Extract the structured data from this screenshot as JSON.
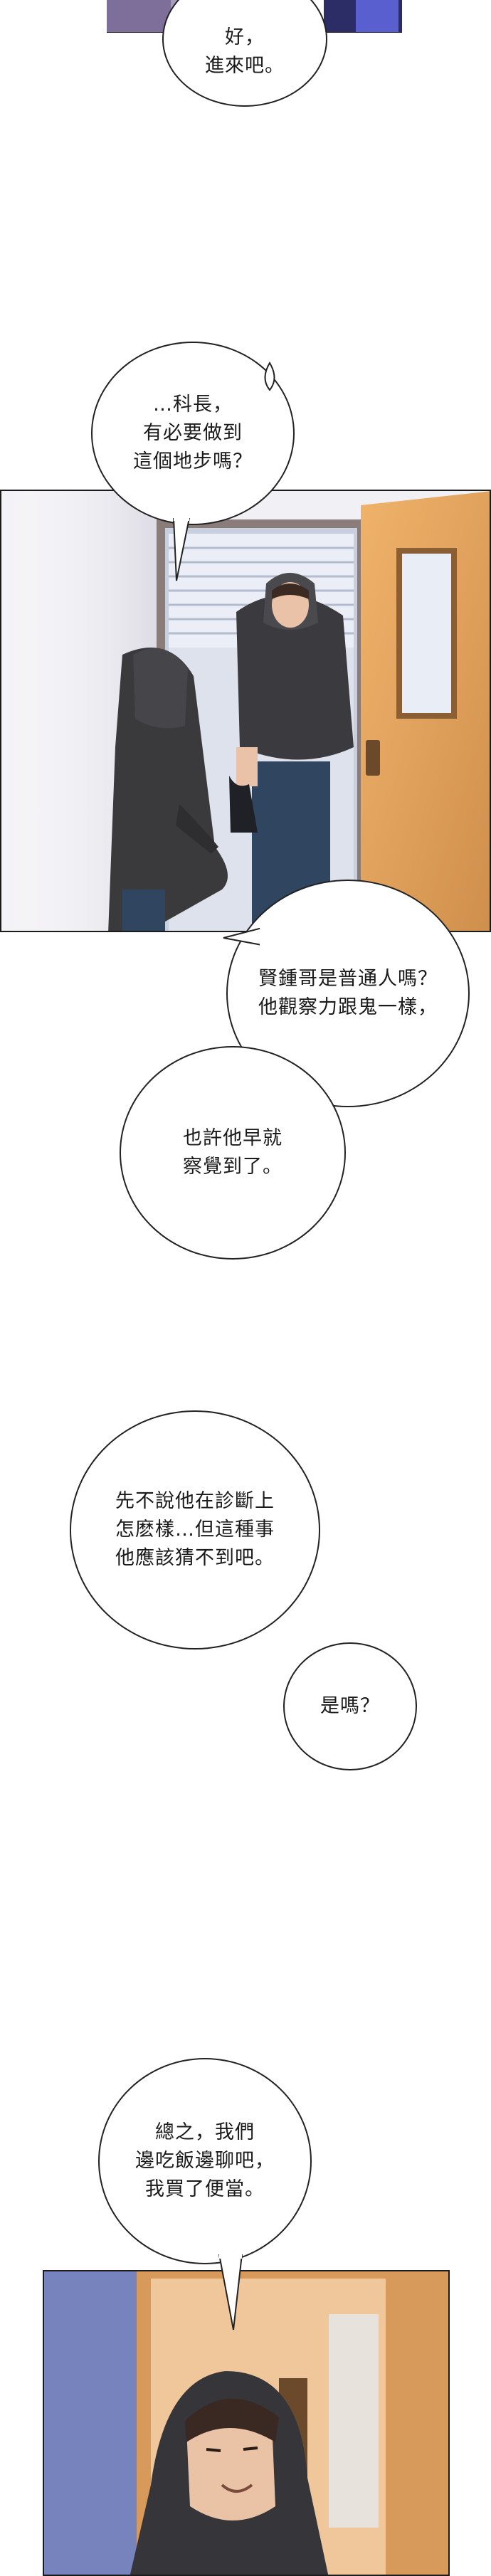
{
  "dialogue": [
    {
      "id": "b1",
      "text": "好，\n進來吧。"
    },
    {
      "id": "b2",
      "text": "…科長，\n有必要做到\n這個地步嗎？"
    },
    {
      "id": "b3",
      "text": "賢鍾哥是普通人嗎？\n他觀察力跟鬼一樣，"
    },
    {
      "id": "b4",
      "text": "也許他早就\n察覺到了。"
    },
    {
      "id": "b5",
      "text": "先不說他在診斷上\n怎麽樣…但這種事\n他應該猜不到吧。"
    },
    {
      "id": "b6",
      "text": "是嗎？"
    },
    {
      "id": "b7",
      "text": "總之，我們\n邊吃飯邊聊吧，\n我買了便當。"
    }
  ],
  "colors": {
    "hoodie": "#3a3a3d",
    "door": "#e0a35f",
    "corridor": "#b9c3d6",
    "wall": "#f1f0f4"
  }
}
